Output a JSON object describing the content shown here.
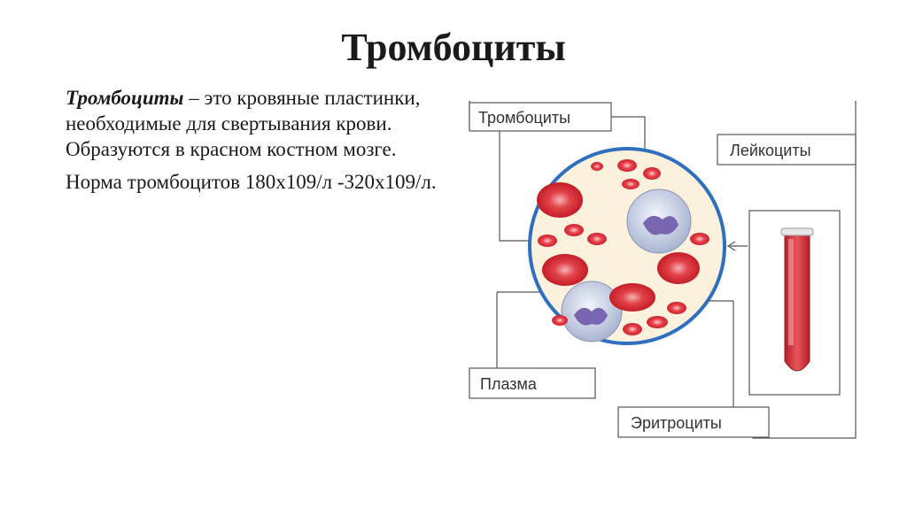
{
  "slide": {
    "title": "Тромбоциты",
    "term": "Тромбоциты",
    "definition": " – это кровяные пластинки, необходимые для свертывания крови. Образуются в красном костном мозге.",
    "norm": "Норма тромбоцитов 180х109/л -320х109/л."
  },
  "diagram": {
    "labels": {
      "platelets": "Тромбоциты",
      "leukocytes": "Лейкоциты",
      "plasma": "Плазма",
      "erythrocytes": "Эритроциты"
    },
    "colors": {
      "plasma": "#fbf1dc",
      "erythrocyte": "#d9232e",
      "leukocyte": "#c9d2e6",
      "nucleus": "#7a66b0",
      "circle_border": "#2f6fc0",
      "tube_blood": "#d7353c",
      "line": "#4a4a4a"
    }
  }
}
